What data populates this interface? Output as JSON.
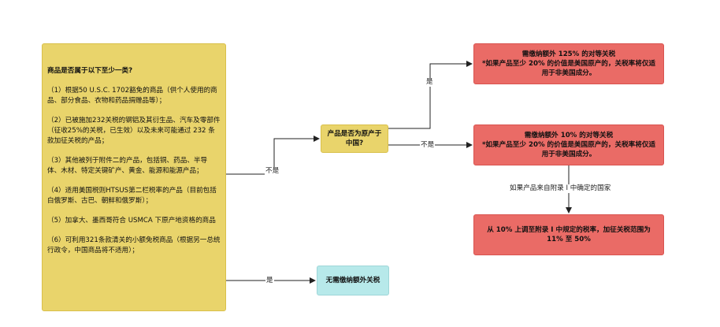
{
  "conditions": {
    "question": "商品是否属于以下至少一类?",
    "items": [
      "（1）根据50 U.S.C. 1702豁免的商品（供个人使用的商品、部分食品、衣物和药品捐赠品等）；",
      "（2）已被施加232关税的钢铝及其衍生品、汽车及零部件（征收25%的关税，已生效）以及未来可能通过 232 条款加征关税的产品；",
      "（3）其他被列于附件二的产品，包括铜、药品、半导体、木材、特定关键矿产、黄金、能源和能源产品；",
      "（4）适用美国税则HTSUS第二栏税率的产品（目前包括白俄罗斯、古巴、朝鲜和俄罗斯）；",
      "（5）加拿大、墨西哥符合 USMCA 下原产地资格的商品",
      "（6）可利用321条款清关的小额免税商品（根据另一总统行政令，中国商品将不适用）；"
    ]
  },
  "origin_question": "产品是否为原产于中国?",
  "no_tariff": "无需缴纳额外关税",
  "tariff125": "需缴纳额外 125% 的对等关税\n*如果产品至少 20% 的价值是美国原产的，关税率将仅适用于非美国成分。",
  "tariff10": "需缴纳额外 10% 的对等关税\n*如果产品至少 20% 的价值是美国原产的，关税率将仅适用于非美国成分。",
  "tariff_range": "从 10% 上调至附录 I 中规定的税率，加征关税范围为 11% 至 50%",
  "edges": {
    "conditions_no": "不是",
    "conditions_yes": "是",
    "origin_yes": "是",
    "origin_no": "不是",
    "annex": "如果产品来自附录 I 中确定的国家"
  }
}
